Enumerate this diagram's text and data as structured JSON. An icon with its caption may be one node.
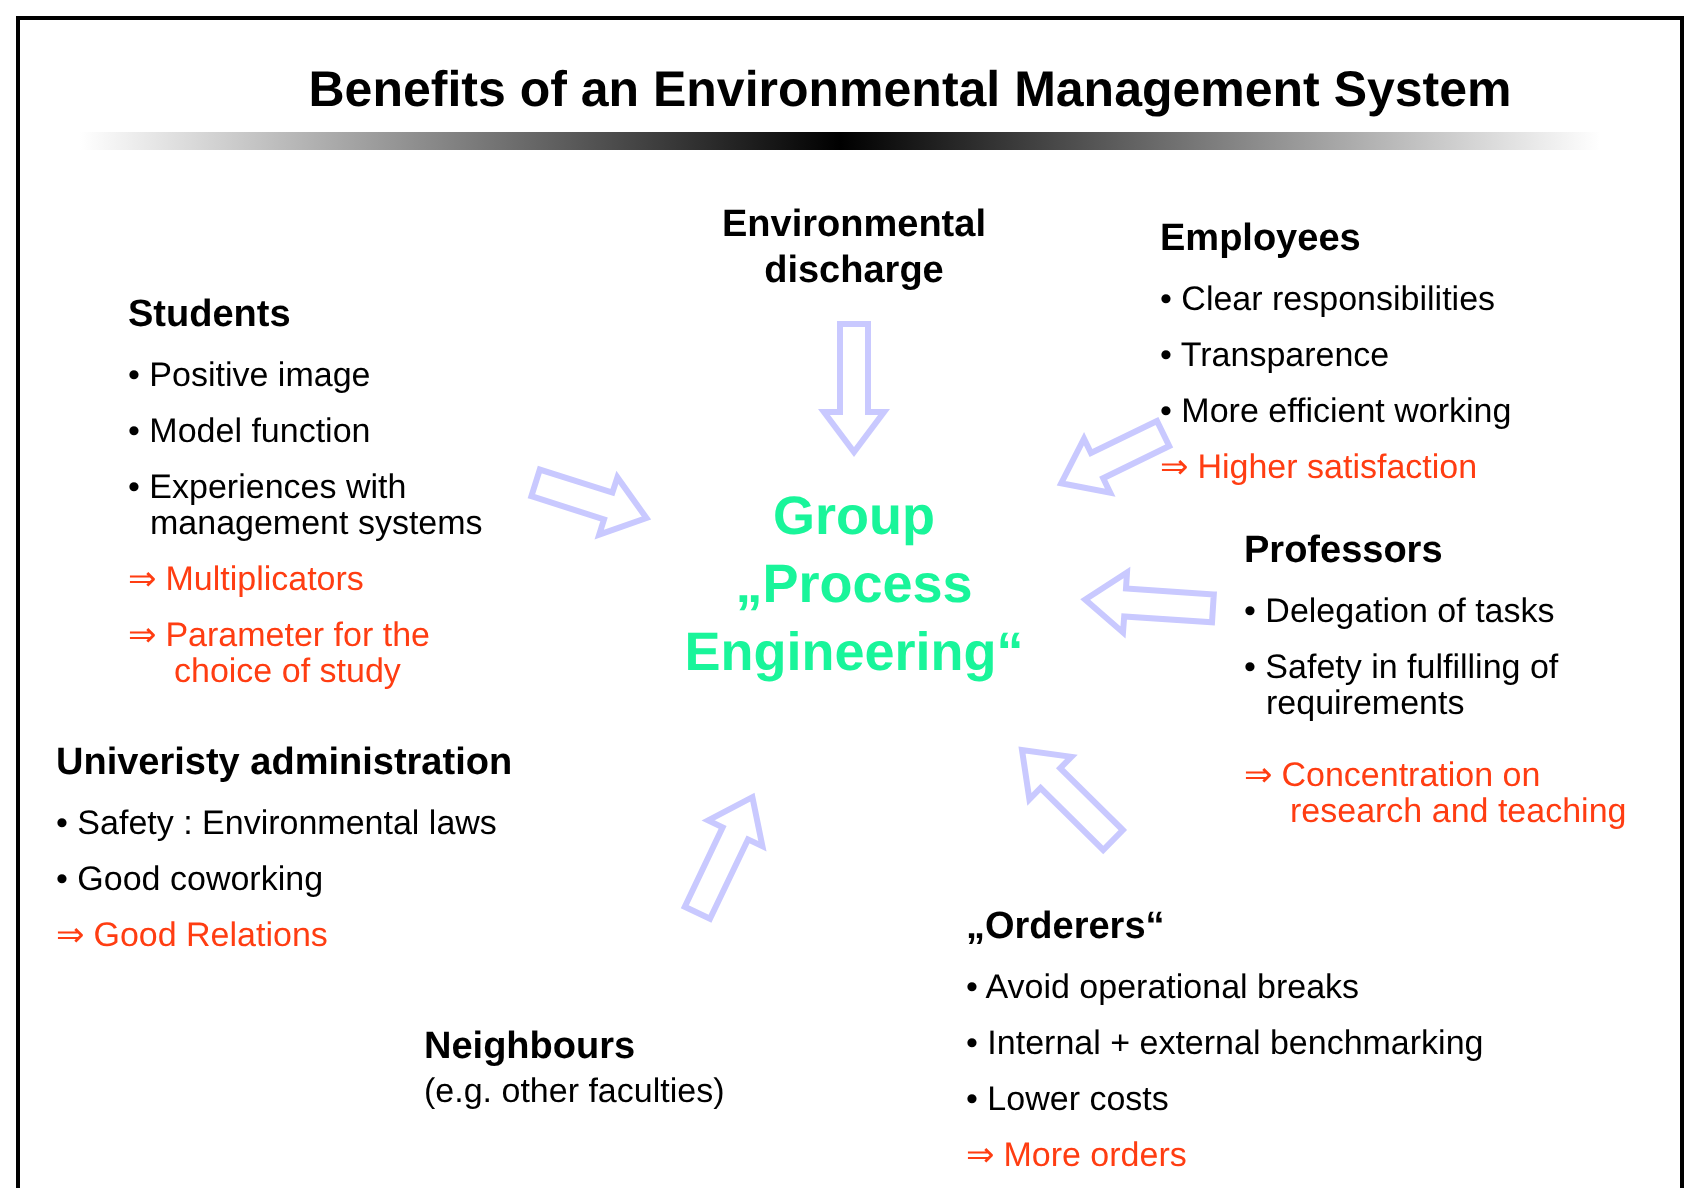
{
  "diagram": {
    "title": "Benefits of an Environmental Management System",
    "nodes": [
      {
        "text": [
          "Environmental discharge"
        ]
      },
      {
        "text": [
          "Employees",
          "• Clear responsibilities",
          "• Transparence",
          "• More efficient working"
        ],
        "beside": [
          "⇒ Higher satisfaction"
        ]
      },
      {
        "text": [
          "Students",
          "• Positive image",
          "• Model function",
          "• Experiences with management systems"
        ],
        "beside": [
          "⇒ Multiplicators",
          "⇒ Parameter for the choice of study"
        ]
      },
      {
        "text": [
          "Group „Process Engineering“"
        ]
      },
      {
        "text": [
          "Professors",
          "• Delegation of tasks",
          "• Safety in fulfilling of requirements"
        ],
        "beside": [
          "⇒ Concentration on research and teaching"
        ]
      },
      {
        "text": [
          "Univeristy administration",
          "• Safety : Environmental laws",
          "• Good coworking"
        ],
        "beside": [
          "⇒ Good Relations"
        ]
      },
      {
        "text": [
          "„Orderers“",
          "• Avoid operational breaks",
          "• Internal + external benchmarking",
          "• Lower costs"
        ],
        "beside": [
          "⇒ More orders"
        ]
      },
      {
        "text": [
          "Neighbours",
          "(e.g. other faculties)"
        ]
      }
    ],
    "edges": [
      {
        "from": 0,
        "to": 3,
        "arrow": "to"
      },
      {
        "from": 1,
        "to": 3,
        "arrow": "to"
      },
      {
        "from": 2,
        "to": 3,
        "arrow": "to"
      },
      {
        "from": 4,
        "to": 3,
        "arrow": "to"
      },
      {
        "from": 7,
        "to": 3,
        "arrow": "to"
      },
      {
        "from": 6,
        "to": 3,
        "arrow": "to"
      }
    ]
  }
}
